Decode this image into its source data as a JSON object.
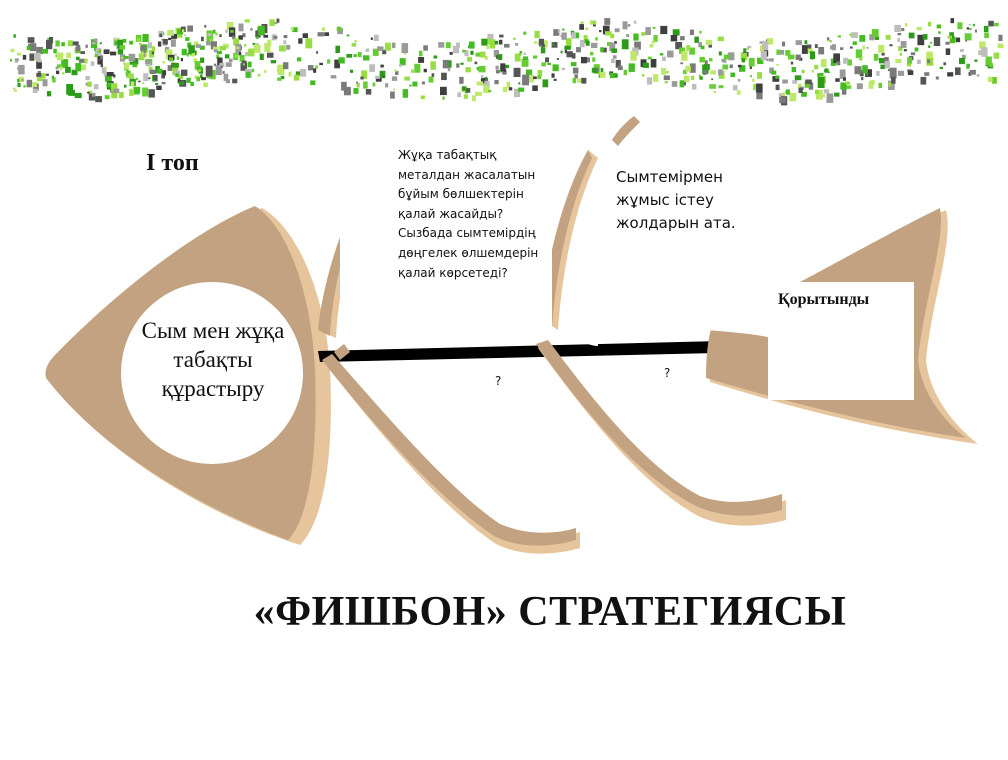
{
  "diagram": {
    "group_label": "I топ",
    "head_text": "Сым мен жұқа табақты құрастыру",
    "bone_questions": [
      "Жұқа табақтық металдан жасалатын бұйым бөлшектерін қалай жасайды? Сызбада сымтемірдің дөңгелек өлшемдерін қалай көрсетеді?",
      "Сымтемірмен жұмыс істеу жолдарын ата."
    ],
    "question_marks": [
      "?",
      "?"
    ],
    "tail_text": "Қорытынды",
    "title": "«ФИШБОН» СТРАТЕГИЯСЫ"
  },
  "colors": {
    "bone_fill": "#c2a280",
    "bone_edge": "#e6c59c",
    "spine": "#000000",
    "leaf_green": "#44bb22",
    "leaf_gray": "#7a7a7a"
  }
}
